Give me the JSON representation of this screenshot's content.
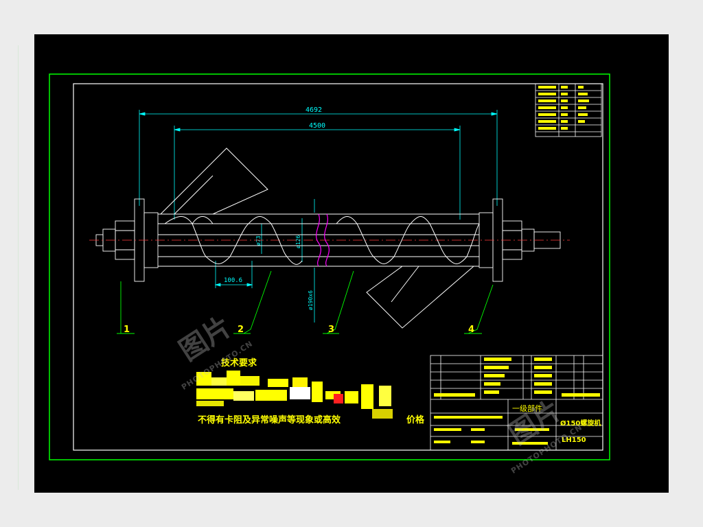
{
  "drawing": {
    "dimensions": {
      "overall": "4692",
      "span": "4500",
      "pitch": "100.6",
      "d73": "ø73",
      "d126": "ø126",
      "d190": "ø190x6"
    },
    "balloons": [
      "1",
      "2",
      "3",
      "4"
    ],
    "tech_req_title": "技术要求",
    "tech_req_line": "不得有卡阻及异常噪声等现象或高效",
    "tech_req_suffix": "价格",
    "title_block": {
      "category": "一级部件",
      "product": "Ø150螺旋机",
      "code": "LH150"
    }
  },
  "watermark": {
    "logo": "图片",
    "sub": "PHOTOPHOTO.CN"
  },
  "colors": {
    "background": "#000000",
    "frame": "#00ff00",
    "border": "#ffffff",
    "dimension": "#00ffff",
    "title": "#ffff00",
    "break": "#ff00ff"
  }
}
